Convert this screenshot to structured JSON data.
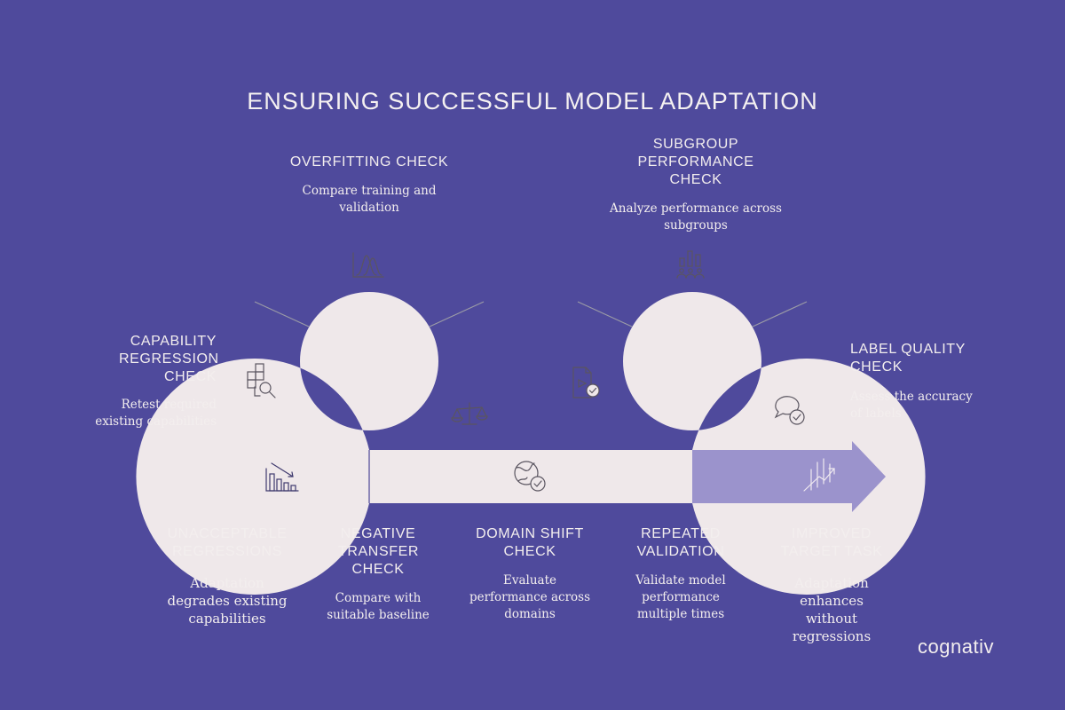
{
  "title": "ENSURING SUCCESSFUL MODEL ADAPTATION",
  "top_nodes": [
    {
      "heading": "OVERFITTING CHECK",
      "description": "Compare training and validation",
      "icon": "distribution-chart-icon"
    },
    {
      "heading": "SUBGROUP PERFORMANCE CHECK",
      "description": "Analyze performance across subgroups",
      "icon": "subgroup-people-chart-icon"
    }
  ],
  "side_nodes": [
    {
      "heading": "CAPABILITY REGRESSION CHECK",
      "description": "Retest required existing capabilities",
      "icon": "grid-search-icon"
    },
    {
      "heading": "LABEL QUALITY CHECK",
      "description": "Assess the accuracy of labels",
      "icon": "chat-check-icon"
    }
  ],
  "bottom_nodes": [
    {
      "heading": "UNACCEPTABLE REGRESSIONS",
      "description": "Adaptation degrades existing capabilities",
      "icon": "declining-bars-icon"
    },
    {
      "heading": "NEGATIVE TRANSFER CHECK",
      "description": "Compare with suitable baseline",
      "icon": "balance-scale-icon"
    },
    {
      "heading": "DOMAIN SHIFT CHECK",
      "description": "Evaluate performance across domains",
      "icon": "globe-check-icon"
    },
    {
      "heading": "REPEATED VALIDATION",
      "description": "Validate model performance multiple times",
      "icon": "document-check-icon"
    },
    {
      "heading": "IMPROVED TARGET TASK",
      "description": "Adaptation enhances without regressions",
      "icon": "rising-trend-icon"
    }
  ],
  "logo": "cognativ",
  "colors": {
    "background": "#4f4a9c",
    "ring": "#efe8ea",
    "left_bar": "#8e86c4",
    "arrow_head": "#9b93cc",
    "text": "#f3eeee",
    "icon": "#5a5560"
  }
}
